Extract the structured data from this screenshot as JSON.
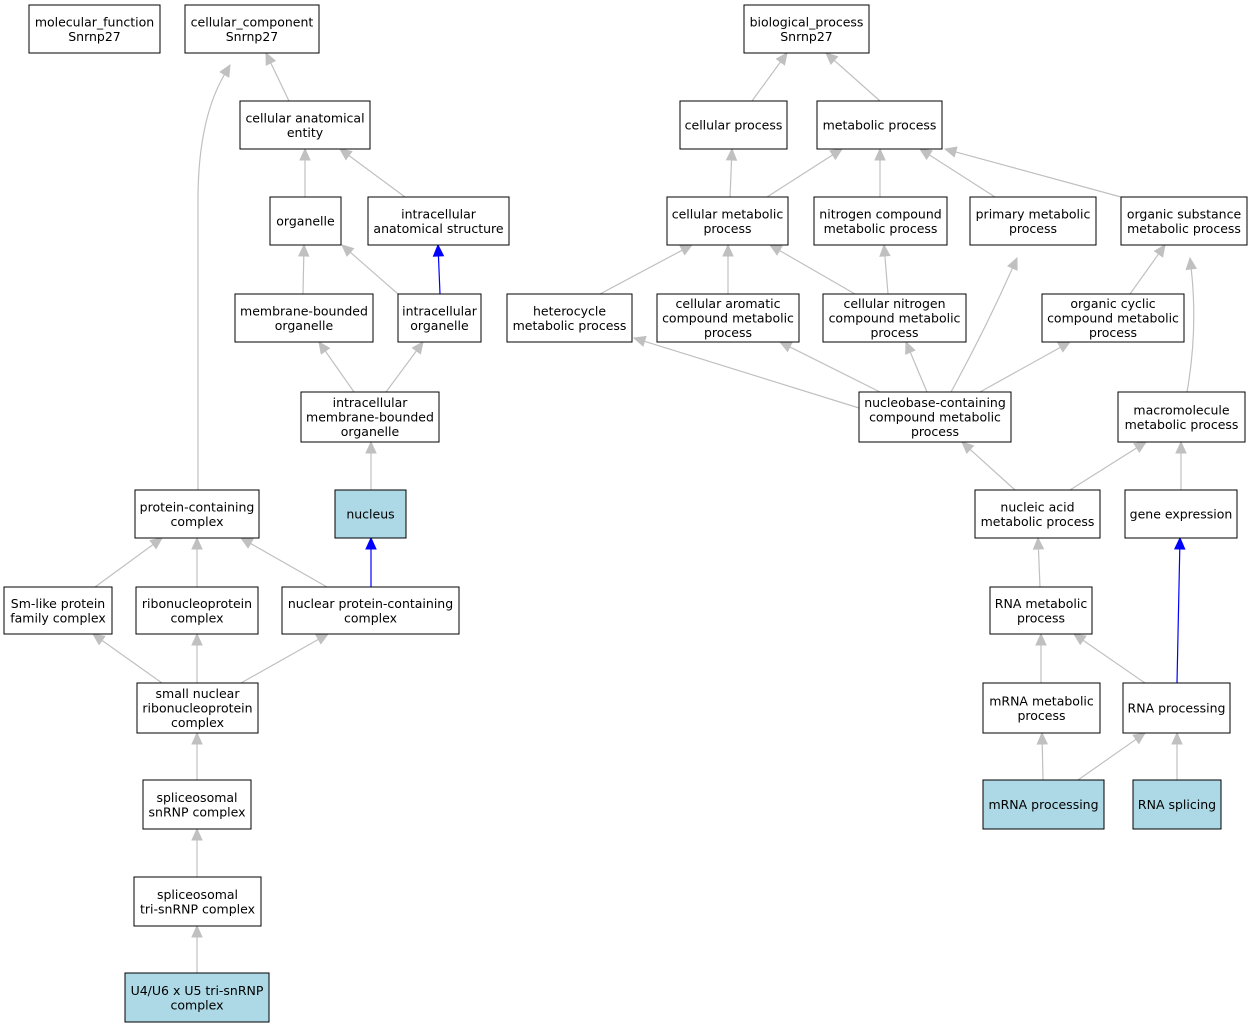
{
  "colors": {
    "highlight_fill": "#add8e6",
    "default_fill": "#ffffff",
    "is_a_edge": "#c0c0c0",
    "part_of_edge": "#0000ff"
  },
  "nodes": [
    {
      "id": "mf",
      "lines": [
        "molecular_function",
        "Snrnp27"
      ]
    },
    {
      "id": "cc",
      "lines": [
        "cellular_component",
        "Snrnp27"
      ]
    },
    {
      "id": "bp",
      "lines": [
        "biological_process",
        "Snrnp27"
      ]
    },
    {
      "id": "cae",
      "lines": [
        "cellular anatomical",
        "entity"
      ]
    },
    {
      "id": "cp",
      "lines": [
        "cellular process"
      ]
    },
    {
      "id": "mp",
      "lines": [
        "metabolic process"
      ]
    },
    {
      "id": "org",
      "lines": [
        "organelle"
      ]
    },
    {
      "id": "ias",
      "lines": [
        "intracellular",
        "anatomical structure"
      ]
    },
    {
      "id": "cmp",
      "lines": [
        "cellular metabolic",
        "process"
      ]
    },
    {
      "id": "ncmp",
      "lines": [
        "nitrogen compound",
        "metabolic process"
      ]
    },
    {
      "id": "pmp",
      "lines": [
        "primary metabolic",
        "process"
      ]
    },
    {
      "id": "osmp",
      "lines": [
        "organic substance",
        "metabolic process"
      ]
    },
    {
      "id": "mbo",
      "lines": [
        "membrane-bounded",
        "organelle"
      ]
    },
    {
      "id": "io",
      "lines": [
        "intracellular",
        "organelle"
      ]
    },
    {
      "id": "hmp",
      "lines": [
        "heterocycle",
        "metabolic process"
      ]
    },
    {
      "id": "cacmp",
      "lines": [
        "cellular aromatic",
        "compound metabolic",
        "process"
      ]
    },
    {
      "id": "cncmp",
      "lines": [
        "cellular nitrogen",
        "compound metabolic",
        "process"
      ]
    },
    {
      "id": "occmp",
      "lines": [
        "organic cyclic",
        "compound metabolic",
        "process"
      ]
    },
    {
      "id": "imbo",
      "lines": [
        "intracellular",
        "membrane-bounded",
        "organelle"
      ]
    },
    {
      "id": "nccmp",
      "lines": [
        "nucleobase-containing",
        "compound metabolic",
        "process"
      ]
    },
    {
      "id": "macmp",
      "lines": [
        "macromolecule",
        "metabolic process"
      ]
    },
    {
      "id": "pcc",
      "lines": [
        "protein-containing",
        "complex"
      ]
    },
    {
      "id": "nuc",
      "lines": [
        "nucleus"
      ],
      "highlight": true
    },
    {
      "id": "namp",
      "lines": [
        "nucleic acid",
        "metabolic process"
      ]
    },
    {
      "id": "ge",
      "lines": [
        "gene expression"
      ]
    },
    {
      "id": "smpfc",
      "lines": [
        "Sm-like protein",
        "family complex"
      ]
    },
    {
      "id": "rnpc",
      "lines": [
        "ribonucleoprotein",
        "complex"
      ]
    },
    {
      "id": "npcc",
      "lines": [
        "nuclear protein-containing",
        "complex"
      ]
    },
    {
      "id": "rnamp",
      "lines": [
        "RNA metabolic",
        "process"
      ]
    },
    {
      "id": "snrnp",
      "lines": [
        "small nuclear",
        "ribonucleoprotein",
        "complex"
      ]
    },
    {
      "id": "mrnamp",
      "lines": [
        "mRNA metabolic",
        "process"
      ]
    },
    {
      "id": "rnap",
      "lines": [
        "RNA processing"
      ]
    },
    {
      "id": "ssnrnp",
      "lines": [
        "spliceosomal",
        "snRNP complex"
      ]
    },
    {
      "id": "mrnap",
      "lines": [
        "mRNA processing"
      ],
      "highlight": true
    },
    {
      "id": "rnas",
      "lines": [
        "RNA splicing"
      ],
      "highlight": true
    },
    {
      "id": "stsnrnp",
      "lines": [
        "spliceosomal",
        "tri-snRNP complex"
      ]
    },
    {
      "id": "u4u6",
      "lines": [
        "U4/U6 x U5 tri-snRNP",
        "complex"
      ],
      "highlight": true
    }
  ],
  "edges": [
    {
      "from": "cae",
      "to": "cc",
      "rel": "is_a"
    },
    {
      "from": "pcc",
      "to": "cc",
      "rel": "is_a"
    },
    {
      "from": "org",
      "to": "cae",
      "rel": "is_a"
    },
    {
      "from": "ias",
      "to": "cae",
      "rel": "is_a"
    },
    {
      "from": "mbo",
      "to": "org",
      "rel": "is_a"
    },
    {
      "from": "io",
      "to": "org",
      "rel": "is_a"
    },
    {
      "from": "io",
      "to": "ias",
      "rel": "part_of"
    },
    {
      "from": "imbo",
      "to": "mbo",
      "rel": "is_a"
    },
    {
      "from": "imbo",
      "to": "io",
      "rel": "is_a"
    },
    {
      "from": "nuc",
      "to": "imbo",
      "rel": "is_a"
    },
    {
      "from": "smpfc",
      "to": "pcc",
      "rel": "is_a"
    },
    {
      "from": "rnpc",
      "to": "pcc",
      "rel": "is_a"
    },
    {
      "from": "npcc",
      "to": "pcc",
      "rel": "is_a"
    },
    {
      "from": "npcc",
      "to": "nuc",
      "rel": "part_of"
    },
    {
      "from": "snrnp",
      "to": "smpfc",
      "rel": "is_a"
    },
    {
      "from": "snrnp",
      "to": "rnpc",
      "rel": "is_a"
    },
    {
      "from": "snrnp",
      "to": "npcc",
      "rel": "is_a"
    },
    {
      "from": "ssnrnp",
      "to": "snrnp",
      "rel": "is_a"
    },
    {
      "from": "stsnrnp",
      "to": "ssnrnp",
      "rel": "is_a"
    },
    {
      "from": "u4u6",
      "to": "stsnrnp",
      "rel": "is_a"
    },
    {
      "from": "cp",
      "to": "bp",
      "rel": "is_a"
    },
    {
      "from": "mp",
      "to": "bp",
      "rel": "is_a"
    },
    {
      "from": "cmp",
      "to": "cp",
      "rel": "is_a"
    },
    {
      "from": "cmp",
      "to": "mp",
      "rel": "is_a"
    },
    {
      "from": "ncmp",
      "to": "mp",
      "rel": "is_a"
    },
    {
      "from": "pmp",
      "to": "mp",
      "rel": "is_a"
    },
    {
      "from": "osmp",
      "to": "mp",
      "rel": "is_a"
    },
    {
      "from": "hmp",
      "to": "cmp",
      "rel": "is_a"
    },
    {
      "from": "cacmp",
      "to": "cmp",
      "rel": "is_a"
    },
    {
      "from": "cncmp",
      "to": "cmp",
      "rel": "is_a"
    },
    {
      "from": "cncmp",
      "to": "ncmp",
      "rel": "is_a"
    },
    {
      "from": "occmp",
      "to": "osmp",
      "rel": "is_a"
    },
    {
      "from": "nccmp",
      "to": "hmp",
      "rel": "is_a"
    },
    {
      "from": "nccmp",
      "to": "cacmp",
      "rel": "is_a"
    },
    {
      "from": "nccmp",
      "to": "cncmp",
      "rel": "is_a"
    },
    {
      "from": "nccmp",
      "to": "occmp",
      "rel": "is_a"
    },
    {
      "from": "nccmp",
      "to": "pmp",
      "rel": "is_a"
    },
    {
      "from": "macmp",
      "to": "osmp",
      "rel": "is_a"
    },
    {
      "from": "namp",
      "to": "nccmp",
      "rel": "is_a"
    },
    {
      "from": "namp",
      "to": "macmp",
      "rel": "is_a"
    },
    {
      "from": "ge",
      "to": "macmp",
      "rel": "is_a"
    },
    {
      "from": "rnamp",
      "to": "namp",
      "rel": "is_a"
    },
    {
      "from": "mrnamp",
      "to": "rnamp",
      "rel": "is_a"
    },
    {
      "from": "rnap",
      "to": "rnamp",
      "rel": "is_a"
    },
    {
      "from": "rnap",
      "to": "ge",
      "rel": "part_of"
    },
    {
      "from": "mrnap",
      "to": "mrnamp",
      "rel": "is_a"
    },
    {
      "from": "mrnap",
      "to": "rnap",
      "rel": "is_a"
    },
    {
      "from": "rnas",
      "to": "rnap",
      "rel": "is_a"
    }
  ]
}
